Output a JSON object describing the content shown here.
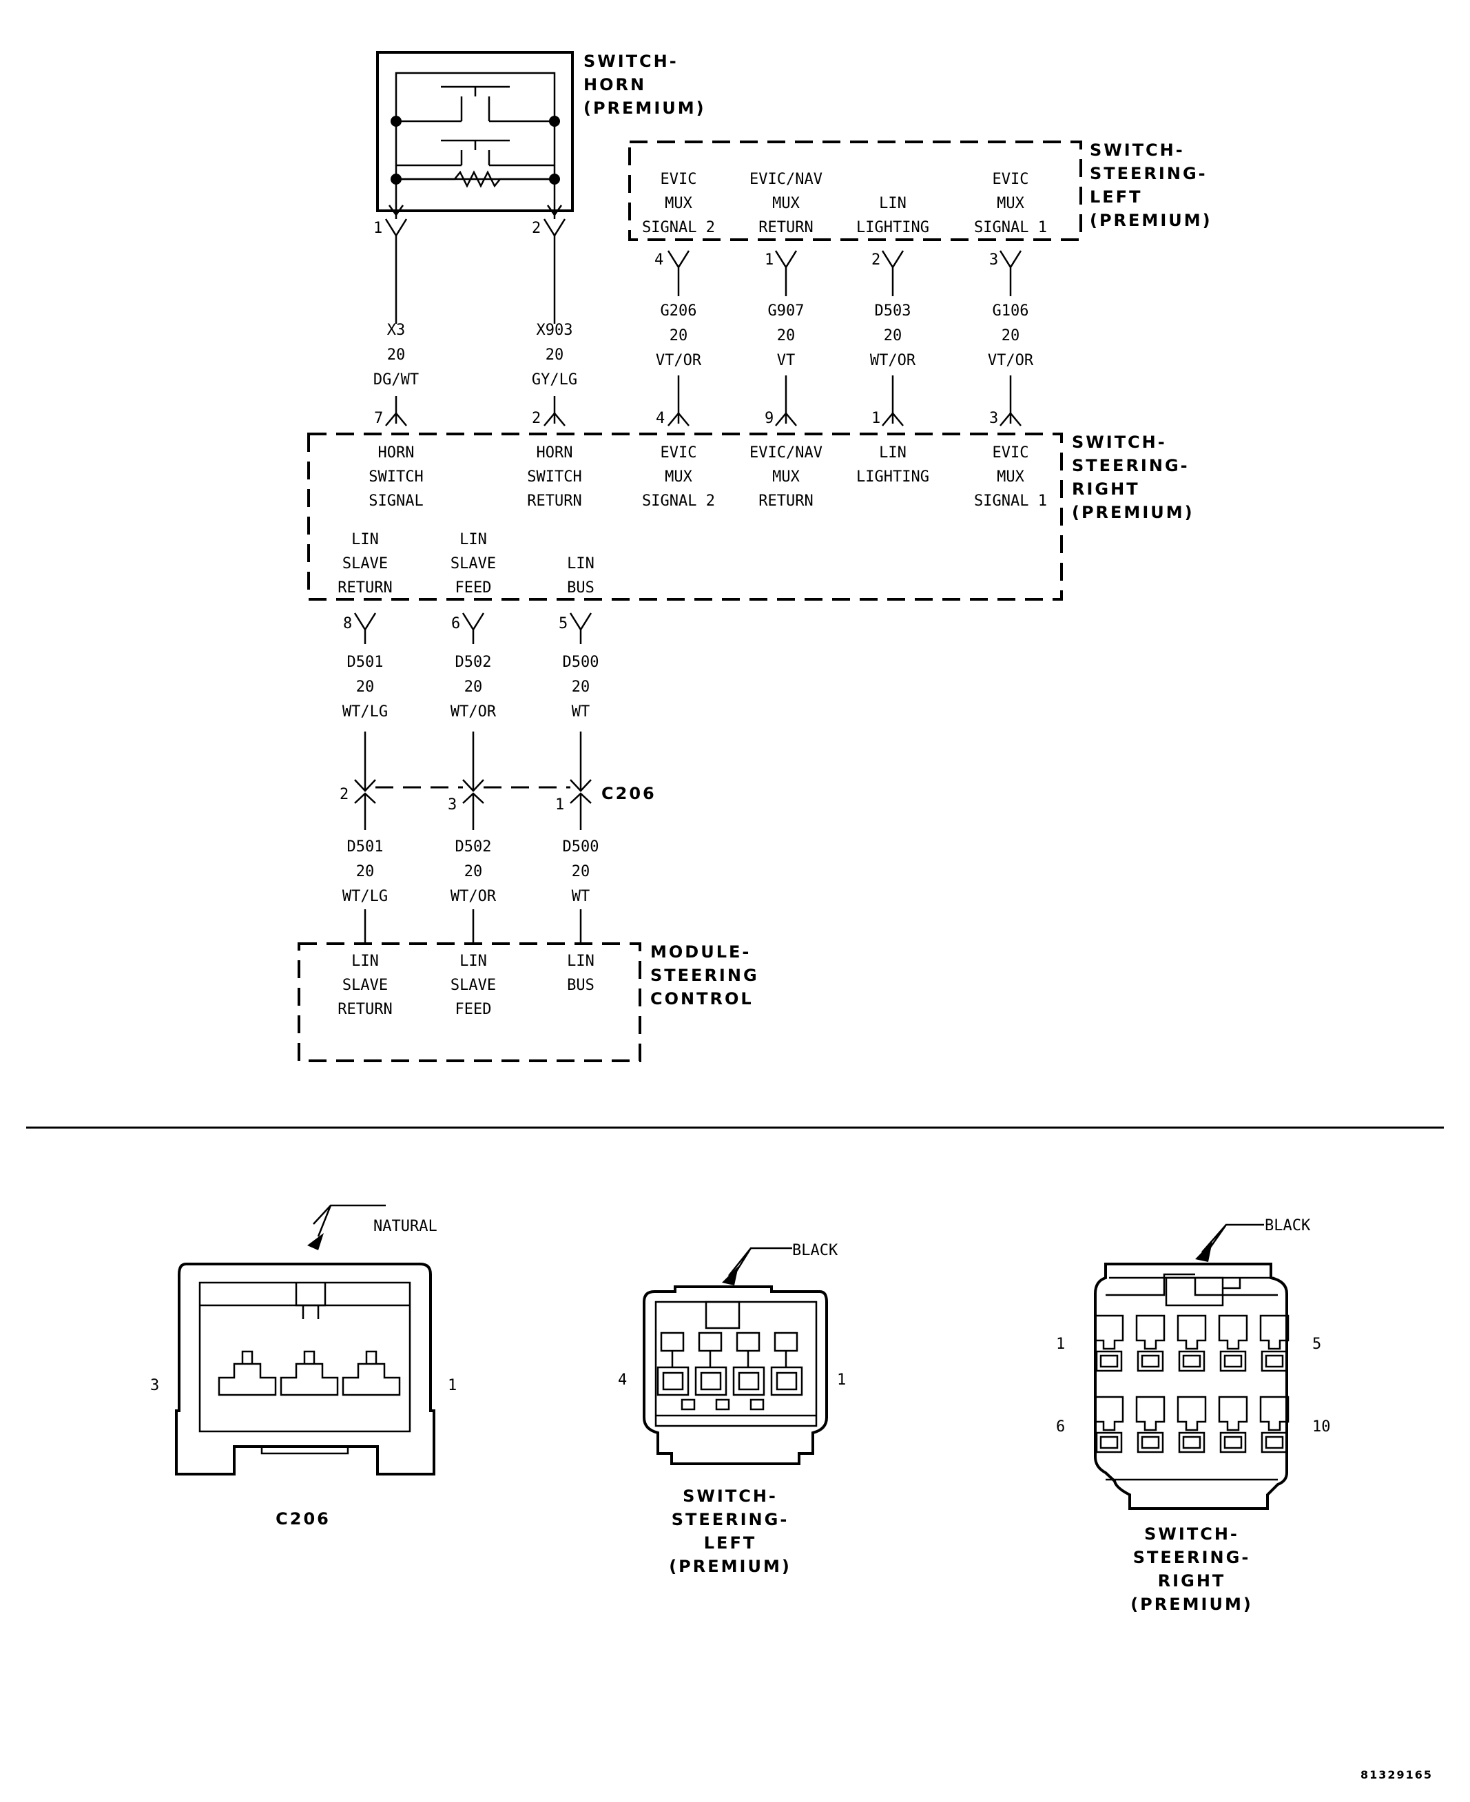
{
  "components": {
    "horn_switch": [
      "SWITCH-",
      "HORN",
      "(PREMIUM)"
    ],
    "left_switch": [
      "SWITCH-",
      "STEERING-",
      "LEFT",
      "(PREMIUM)"
    ],
    "right_switch": [
      "SWITCH-",
      "STEERING-",
      "RIGHT",
      "(PREMIUM)"
    ],
    "module": [
      "MODULE-",
      "STEERING",
      "CONTROL"
    ]
  },
  "left_switch_signals": [
    {
      "lines": [
        "EVIC",
        "MUX",
        "SIGNAL 2"
      ],
      "pin": "4"
    },
    {
      "lines": [
        "EVIC/NAV",
        "MUX",
        "RETURN"
      ],
      "pin": "1"
    },
    {
      "lines": [
        "LIN",
        "LIGHTING"
      ],
      "pin": "2"
    },
    {
      "lines": [
        "EVIC",
        "MUX",
        "SIGNAL 1"
      ],
      "pin": "3"
    }
  ],
  "horn_pins": [
    "1",
    "2"
  ],
  "upper_wires": [
    {
      "circuit": "X3",
      "gauge": "20",
      "color": "DG/WT"
    },
    {
      "circuit": "X903",
      "gauge": "20",
      "color": "GY/LG"
    },
    {
      "circuit": "G206",
      "gauge": "20",
      "color": "VT/OR"
    },
    {
      "circuit": "G907",
      "gauge": "20",
      "color": "VT"
    },
    {
      "circuit": "D503",
      "gauge": "20",
      "color": "WT/OR"
    },
    {
      "circuit": "G106",
      "gauge": "20",
      "color": "VT/OR"
    }
  ],
  "right_switch_top_pins": [
    "7",
    "2",
    "4",
    "9",
    "1",
    "3"
  ],
  "right_switch_signals": [
    [
      "HORN",
      "SWITCH",
      "SIGNAL"
    ],
    [
      "HORN",
      "SWITCH",
      "RETURN"
    ],
    [
      "EVIC",
      "MUX",
      "SIGNAL 2"
    ],
    [
      "EVIC/NAV",
      "MUX",
      "RETURN"
    ],
    [
      "LIN",
      "LIGHTING"
    ],
    [
      "EVIC",
      "MUX",
      "SIGNAL 1"
    ]
  ],
  "right_switch_lin_signals": [
    [
      "LIN",
      "SLAVE",
      "RETURN"
    ],
    [
      "LIN",
      "SLAVE",
      "FEED"
    ],
    [
      "LIN",
      "BUS"
    ]
  ],
  "right_switch_bottom_pins": [
    "8",
    "6",
    "5"
  ],
  "mid_wires": [
    {
      "circuit": "D501",
      "gauge": "20",
      "color": "WT/LG"
    },
    {
      "circuit": "D502",
      "gauge": "20",
      "color": "WT/OR"
    },
    {
      "circuit": "D500",
      "gauge": "20",
      "color": "WT"
    }
  ],
  "c206": {
    "label": "C206",
    "pins": [
      "2",
      "3",
      "1"
    ]
  },
  "lower_wires": [
    {
      "circuit": "D501",
      "gauge": "20",
      "color": "WT/LG"
    },
    {
      "circuit": "D502",
      "gauge": "20",
      "color": "WT/OR"
    },
    {
      "circuit": "D500",
      "gauge": "20",
      "color": "WT"
    }
  ],
  "module_signals": [
    [
      "LIN",
      "SLAVE",
      "RETURN"
    ],
    [
      "LIN",
      "SLAVE",
      "FEED"
    ],
    [
      "LIN",
      "BUS"
    ]
  ],
  "connectors": {
    "c206": {
      "color": "NATURAL",
      "pin_left": "3",
      "pin_right": "1",
      "name": [
        "C206"
      ]
    },
    "left": {
      "color": "BLACK",
      "pin_left": "4",
      "pin_right": "1",
      "name": [
        "SWITCH-",
        "STEERING-",
        "LEFT",
        "(PREMIUM)"
      ]
    },
    "right": {
      "color": "BLACK",
      "pin_tl": "1",
      "pin_tr": "5",
      "pin_bl": "6",
      "pin_br": "10",
      "name": [
        "SWITCH-",
        "STEERING-",
        "RIGHT",
        "(PREMIUM)"
      ]
    }
  },
  "figure_code": "81329165"
}
